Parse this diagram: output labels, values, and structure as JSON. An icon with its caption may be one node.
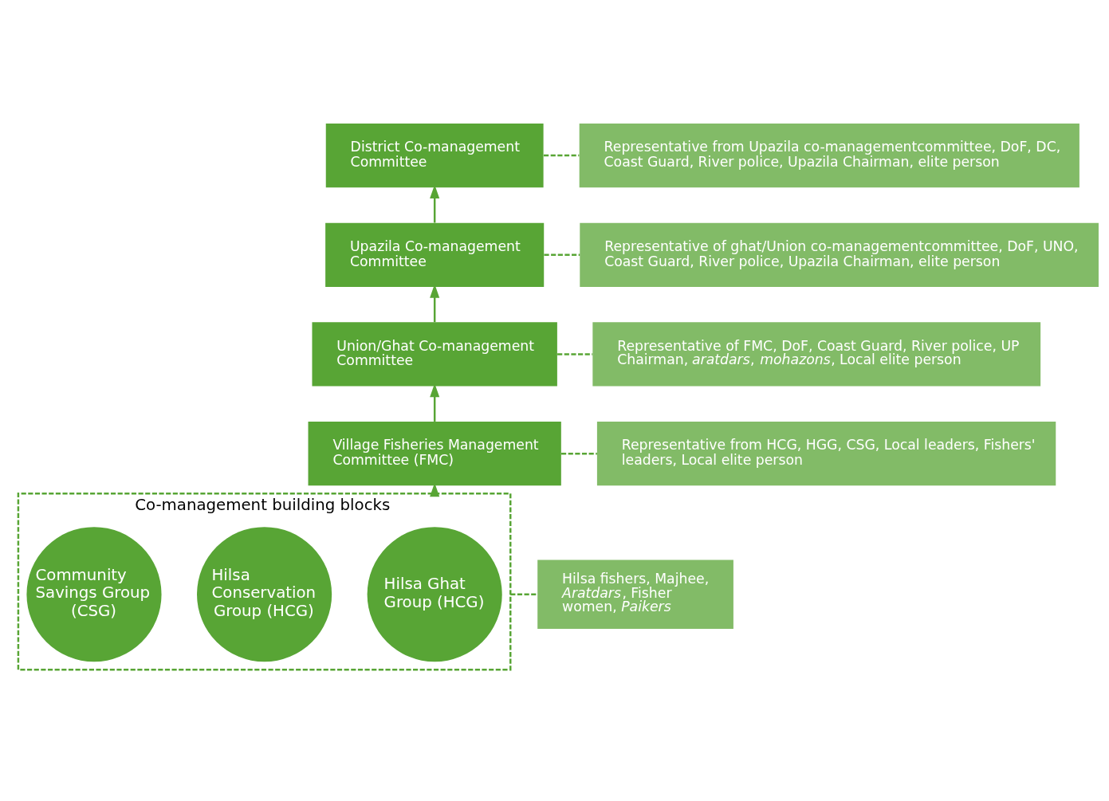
{
  "diagram": {
    "nodes": [
      {
        "text": [
          "District Co-management Committee"
        ]
      },
      {
        "text": [
          "Upazila Co-management Committee"
        ]
      },
      {
        "text": [
          "Union/Ghat Co-management Committee"
        ]
      },
      {
        "text": [
          "Village Fisheries Management Committee (FMC)"
        ]
      },
      {
        "text": [
          "Representative from Upazila co-managementcommittee, DoF, DC, Coast Guard, River police, Upazila Chairman, elite person"
        ]
      },
      {
        "text": [
          "Representative of ghat/Union co-managementcommittee, DoF, UNO, Coast Guard, River police, Upazila Chairman, elite person"
        ]
      },
      {
        "text": [
          "Representative of FMC, DoF, Coast Guard, River police, UP Chairman, *aratdars*, *mohazons*, Local elite person"
        ]
      },
      {
        "text": [
          "Representative from HCG, HGG, CSG, Local leaders, Fishers' leaders, Local elite person"
        ]
      },
      {
        "text": [
          "Co-management building blocks"
        ]
      },
      {
        "text": [
          "Hilsa Ghat Group (HCG)"
        ],
        "in": 8
      },
      {
        "text": [
          "Hilsa Conservation Group (HCG)"
        ],
        "in": 8
      },
      {
        "text": [
          "Community Savings Group (CSG)"
        ],
        "in": 8
      },
      {
        "text": [
          "Hilsa fishers, Majhee, *Aratdars*, Fisher women, *Paikers*"
        ]
      }
    ],
    "edges": [
      {
        "from": 1,
        "to": 0,
        "arrow": "to"
      },
      {
        "from": 2,
        "to": 1,
        "arrow": "to"
      },
      {
        "from": 3,
        "to": 2,
        "arrow": "to"
      },
      {
        "from": 8,
        "to": 3,
        "arrow": "to"
      },
      {
        "from": 0,
        "to": 4,
        "arrow": "none",
        "style": "dashed"
      },
      {
        "from": 1,
        "to": 5,
        "arrow": "none",
        "style": "dashed"
      },
      {
        "from": 2,
        "to": 6,
        "arrow": "none",
        "style": "dashed"
      },
      {
        "from": 3,
        "to": 7,
        "arrow": "none",
        "style": "dashed"
      },
      {
        "from": 8,
        "to": 12,
        "arrow": "none",
        "style": "dashed"
      }
    ]
  }
}
